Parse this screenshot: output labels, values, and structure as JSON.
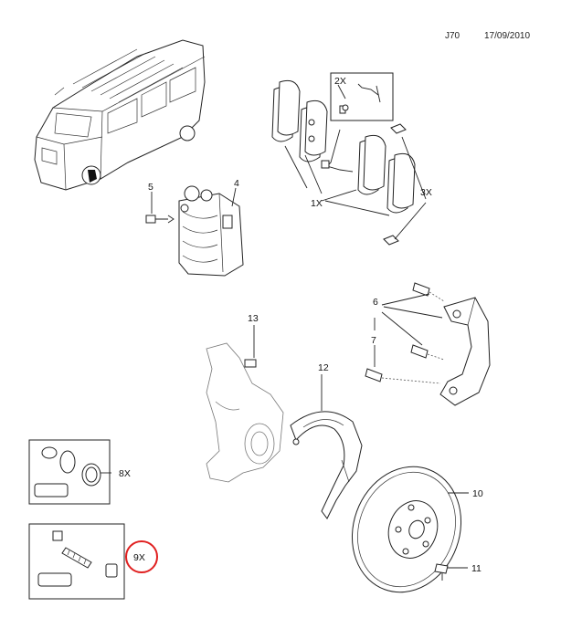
{
  "header": {
    "code": "J70",
    "date": "17/09/2010"
  },
  "labels": {
    "p1": "1X",
    "p2": "2X",
    "p3": "3X",
    "p4": "4",
    "p5": "5",
    "p6": "6",
    "p7": "7",
    "p8": "8X",
    "p9": "9X",
    "p10": "10",
    "p11": "11",
    "p12": "12",
    "p13": "13"
  },
  "highlight": {
    "color": "#e02020",
    "target": "9X"
  }
}
